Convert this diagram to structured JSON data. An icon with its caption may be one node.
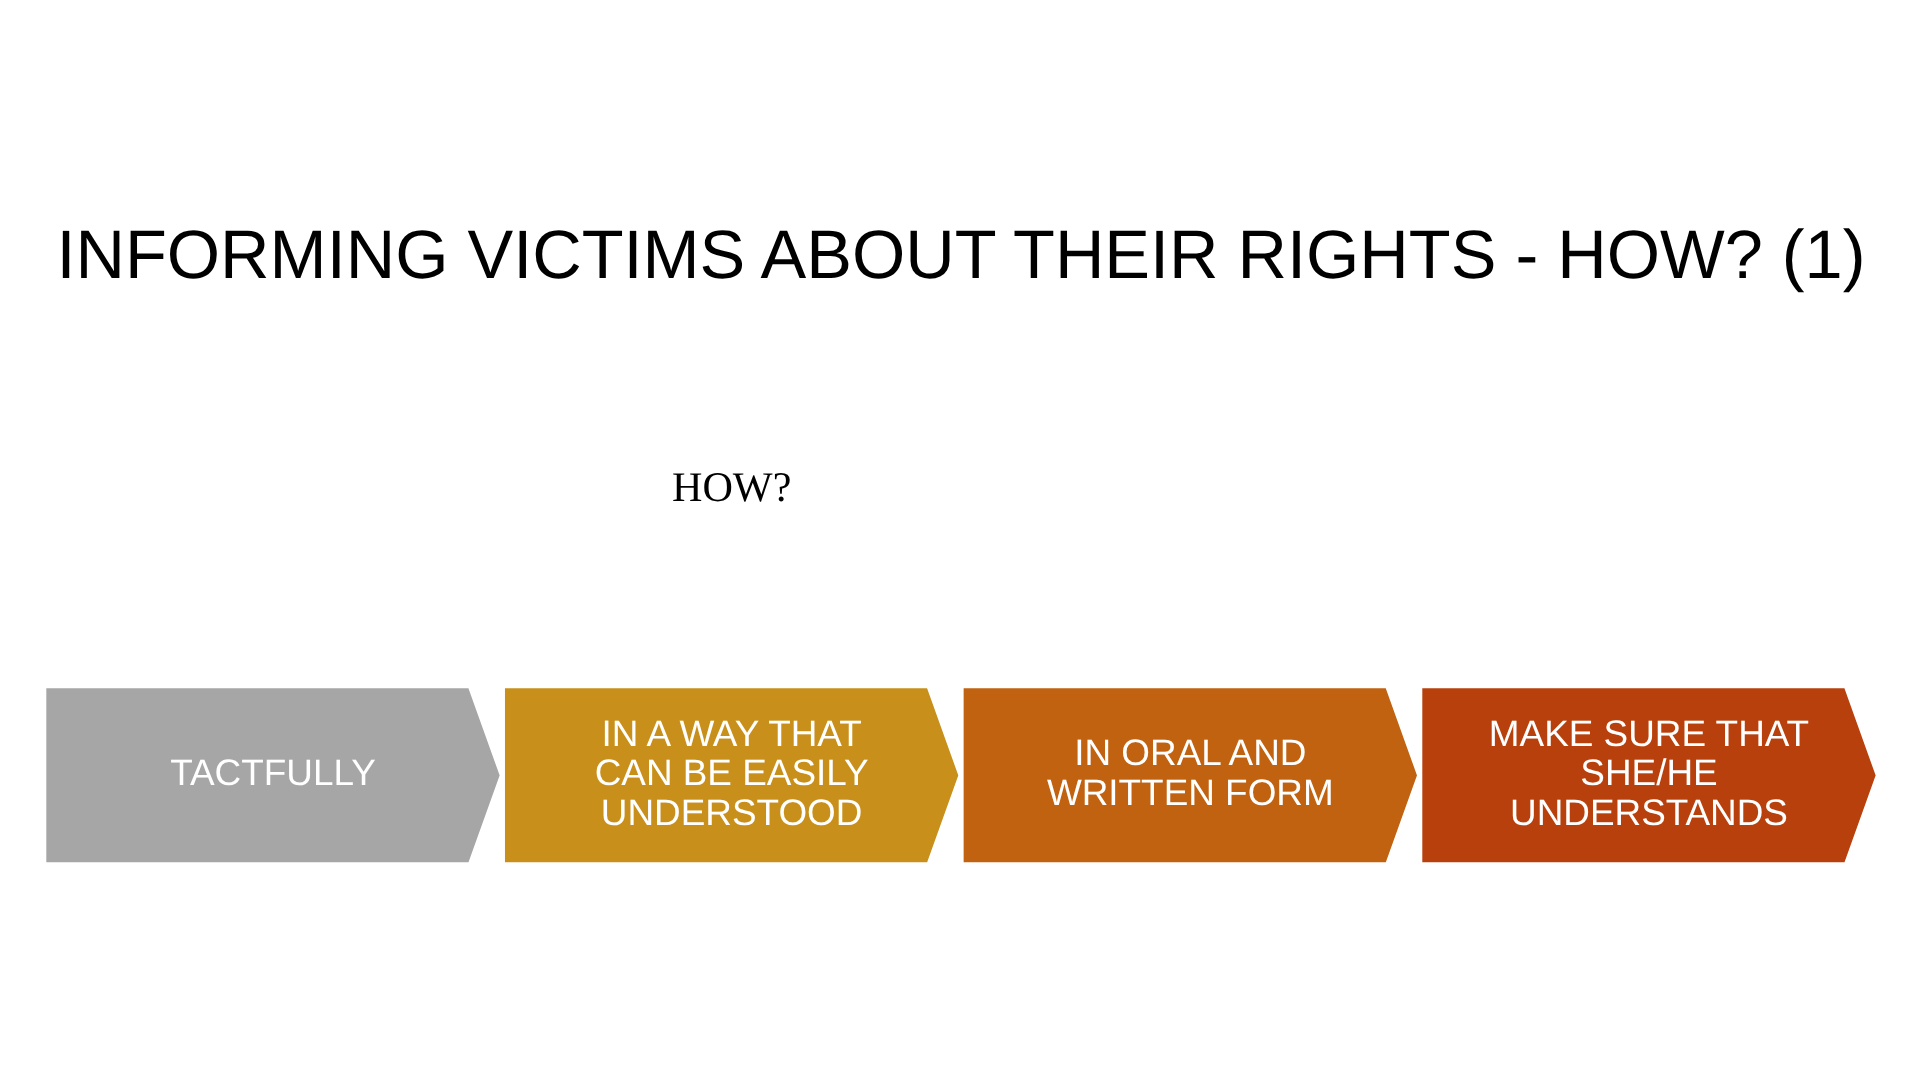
{
  "diagram": {
    "title": "INFORMING VICTIMS ABOUT THEIR RIGHTS - HOW? (1)",
    "nodes": [
      {
        "text": [
          "TACTFULLY"
        ]
      },
      {
        "text": [
          "IN A WAY THAT CAN BE EASILY UNDERSTOOD"
        ]
      },
      {
        "text": [
          "IN ORAL AND WRITTEN FORM"
        ]
      },
      {
        "text": [
          "MAKE SURE THAT SHE/HE UNDERSTANDS"
        ]
      }
    ],
    "edges": [],
    "labels": [
      "HOW?"
    ]
  }
}
